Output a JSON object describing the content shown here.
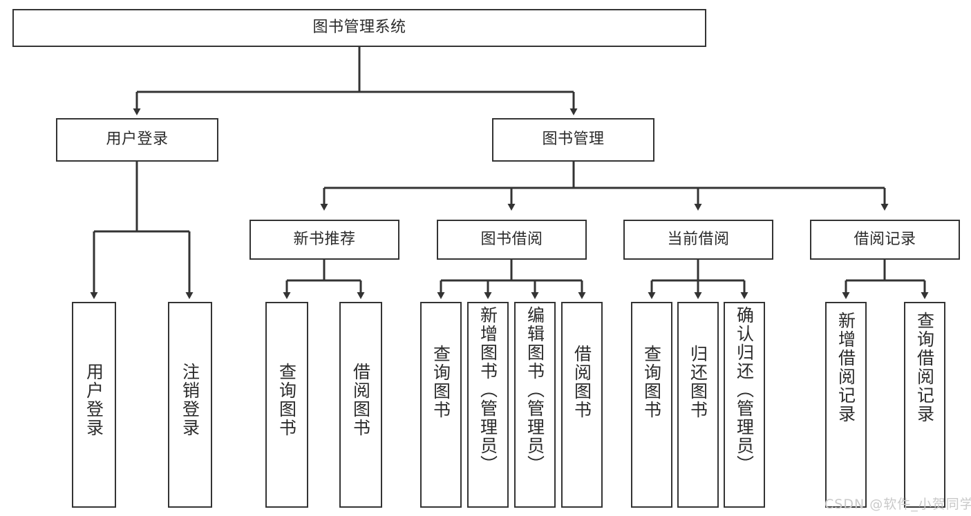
{
  "diagram": {
    "title": "图书管理系统",
    "type": "tree-hierarchy",
    "root": {
      "label": "图书管理系统"
    },
    "level2": [
      {
        "label": "用户登录"
      },
      {
        "label": "图书管理"
      }
    ],
    "level3": [
      {
        "label": "新书推荐"
      },
      {
        "label": "图书借阅"
      },
      {
        "label": "当前借阅"
      },
      {
        "label": "借阅记录"
      }
    ],
    "leaves": {
      "user_login": [
        {
          "label": "用户登录"
        },
        {
          "label": "注销登录"
        }
      ],
      "new_book_recommend": [
        {
          "label": "查询图书"
        },
        {
          "label": "借阅图书"
        }
      ],
      "book_borrow": [
        {
          "label": "查询图书"
        },
        {
          "label": "新增图书（管理员）"
        },
        {
          "label": "编辑图书（管理员）"
        },
        {
          "label": "借阅图书"
        }
      ],
      "current_borrow": [
        {
          "label": "查询图书"
        },
        {
          "label": "归还图书"
        },
        {
          "label": "确认归还（管理员）"
        }
      ],
      "borrow_record": [
        {
          "label": "新增借阅记录"
        },
        {
          "label": "查询借阅记录"
        }
      ]
    }
  },
  "watermark": {
    "text": "CSDN @软件_小贺同学",
    "color": "#c9c9c9"
  },
  "style": {
    "line_color": "#333333",
    "box_border": "#333333",
    "box_fill": "#ffffff",
    "text_color": "#2b2b2b",
    "background": "#ffffff"
  }
}
